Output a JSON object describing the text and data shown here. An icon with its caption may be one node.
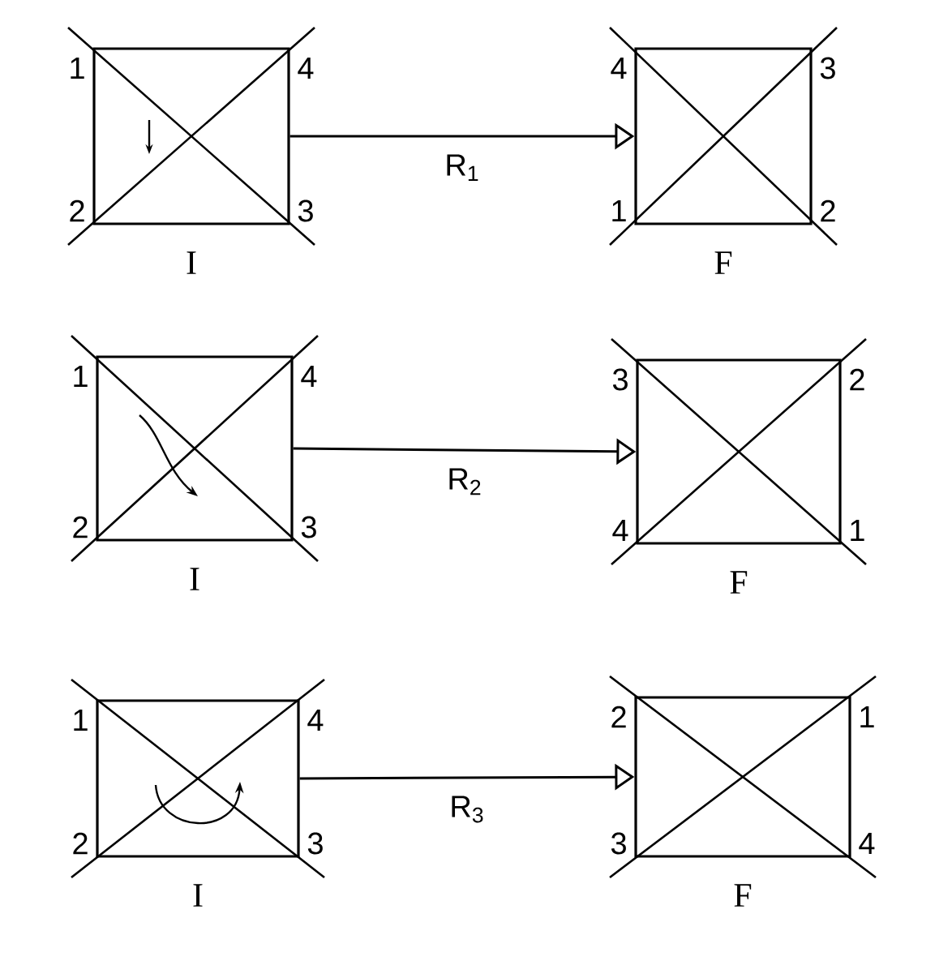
{
  "diagram": {
    "nodes": [
      {
        "text": [
          "1",
          "4",
          "2",
          "3"
        ],
        "beside": [
          "I"
        ]
      },
      {
        "text": [
          "4",
          "3",
          "1",
          "2"
        ],
        "beside": [
          "F"
        ]
      },
      {
        "text": [
          "1",
          "4",
          "2",
          "3"
        ],
        "beside": [
          "I"
        ]
      },
      {
        "text": [
          "3",
          "2",
          "4",
          "1"
        ],
        "beside": [
          "F"
        ]
      },
      {
        "text": [
          "1",
          "4",
          "2",
          "3"
        ],
        "beside": [
          "I"
        ]
      },
      {
        "text": [
          "2",
          "1",
          "3",
          "4"
        ],
        "beside": [
          "F"
        ]
      }
    ],
    "edges": [
      {
        "from": 0,
        "to": 1,
        "arrow": "to",
        "label": "R$_{1}$"
      },
      {
        "from": 2,
        "to": 3,
        "arrow": "to",
        "label": "R$_{2}$"
      },
      {
        "from": 4,
        "to": 5,
        "arrow": "to",
        "label": "R$_{3}$"
      }
    ]
  }
}
